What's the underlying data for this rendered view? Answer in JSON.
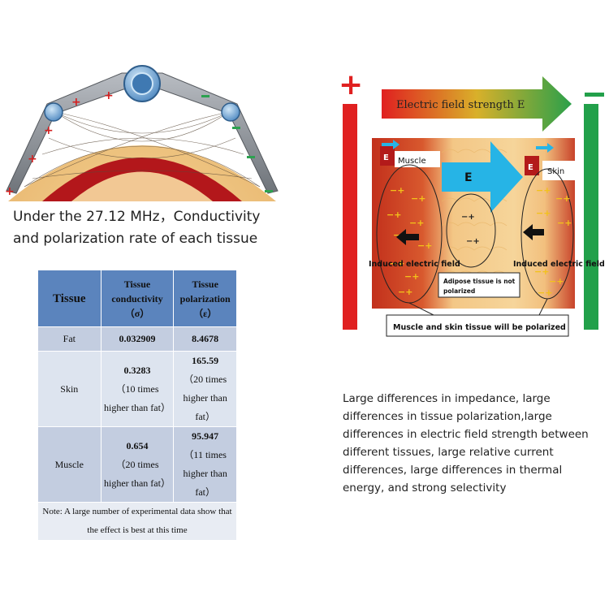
{
  "caption": "Under the 27.12 MHz，Conductivity and polarization rate of each tissue",
  "table": {
    "headers": {
      "tissue": "Tissue",
      "conductivity": "Tissue conductivity",
      "conductivity_symbol": "（σ）",
      "polarization": "Tissue polarization",
      "polarization_symbol": "（ε）"
    },
    "rows": [
      {
        "tissue": "Fat",
        "conductivity": "0.032909",
        "conductivity_note": "",
        "polarization": "8.4678",
        "polarization_note": ""
      },
      {
        "tissue": "Skin",
        "conductivity": "0.3283",
        "conductivity_note": "（10 times higher than fat）",
        "polarization": "165.59",
        "polarization_note": "（20 times higher than fat）"
      },
      {
        "tissue": "Muscle",
        "conductivity": "0.654",
        "conductivity_note": "（20 times higher than fat）",
        "polarization": "95.947",
        "polarization_note": "（11 times higher than fat）"
      }
    ],
    "note": "Note: A large number of experimental data show that the effect is best at this time"
  },
  "diagram": {
    "plus_sign": "+",
    "minus_sign": "−",
    "arrow_label": "Electric field strength E",
    "muscle_e": "E",
    "muscle_label": "Muscle",
    "skin_e": "E",
    "skin_label": "Skin",
    "big_e": "E",
    "induced_left": "Induced electric field",
    "induced_right": "Induced electric field",
    "adipose_note_line1": "Adipose tissue is not",
    "adipose_note_line2": "polarized",
    "bottom_note": "Muscle and skin tissue will be polarized"
  },
  "description": "Large differences in impedance, large differences in tissue polarization,large differences in electric field strength between different tissues, large relative current differences, large differences in thermal energy, and strong selectivity",
  "colors": {
    "table_header": "#5b84bd",
    "table_row": "#dde4ef",
    "table_row_alt": "#c3cde0",
    "positive_bar": "#e02020",
    "negative_bar": "#22a04a",
    "big_arrow": "#26b4e6"
  }
}
